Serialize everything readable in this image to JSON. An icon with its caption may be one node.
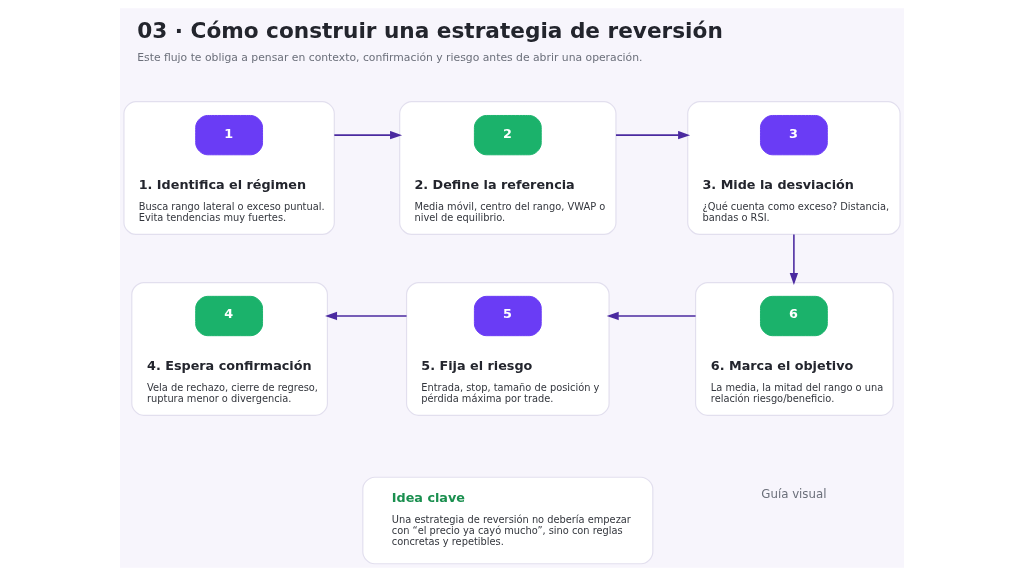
{
  "diagram": {
    "title": "03 · Cómo construir una estrategia de reversión",
    "caption": "Este flujo te obliga a pensar en contexto, confirmación y riesgo antes de abrir una operación.",
    "nodes": [
      {
        "text": [
          "1. Identifica el régimen",
          "Busca rango lateral o exceso puntual. Evita tendencias muy fuertes."
        ]
      },
      {
        "text": [
          "1"
        ],
        "in": 0
      },
      {
        "text": [
          "2. Define la referencia",
          "Media móvil, centro del rango, VWAP o nivel de equilibrio."
        ]
      },
      {
        "text": [
          "2"
        ],
        "in": 2
      },
      {
        "text": [
          "3. Mide la desviación",
          "¿Qué cuenta como exceso? Distancia, bandas o RSI."
        ]
      },
      {
        "text": [
          "3"
        ],
        "in": 4
      },
      {
        "text": [
          "4. Espera confirmación",
          "Vela de rechazo, cierre de regreso, ruptura menor o divergencia."
        ]
      },
      {
        "text": [
          "4"
        ],
        "in": 6
      },
      {
        "text": [
          "5. Fija el riesgo",
          "Entrada, stop, tamaño de posición y pérdida máxima por trade."
        ]
      },
      {
        "text": [
          "5"
        ],
        "in": 8
      },
      {
        "text": [
          "6. Marca el objetivo",
          "La media, la mitad del rango o una relación riesgo/beneficio."
        ]
      },
      {
        "text": [
          "6"
        ],
        "in": 10
      },
      {
        "text": [
          "Idea clave",
          "Una estrategia de reversión no debería empezar con “el precio ya cayó mucho”, sino con reglas concretas y repetibles."
        ]
      }
    ],
    "edges": [
      {
        "from": 0,
        "to": 2,
        "arrow": "to"
      },
      {
        "from": 2,
        "to": 4,
        "arrow": "to"
      },
      {
        "from": 4,
        "to": 10,
        "arrow": "to"
      },
      {
        "from": 10,
        "to": 8,
        "arrow": "to"
      },
      {
        "from": 8,
        "to": 6,
        "arrow": "to"
      }
    ],
    "labels": [
      "Guía visual"
    ]
  }
}
